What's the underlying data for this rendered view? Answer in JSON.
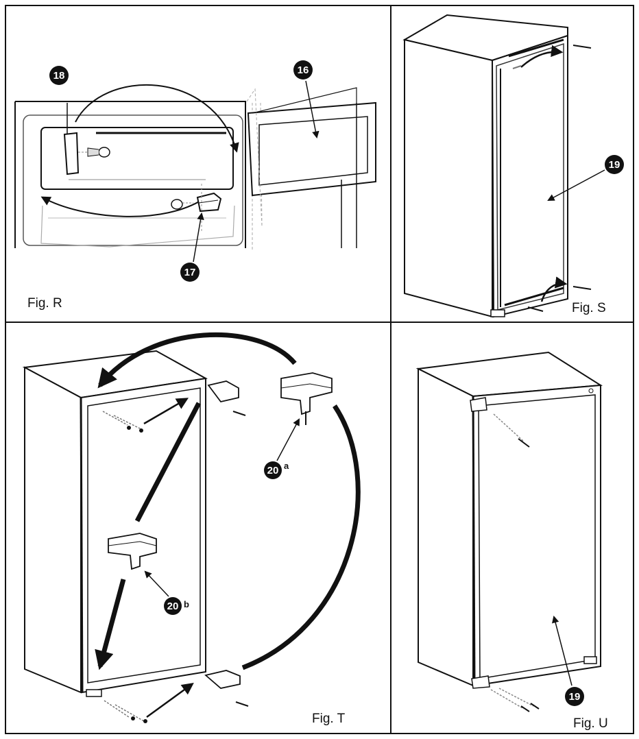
{
  "panels": {
    "r": {
      "label": "Fig. R",
      "callouts": {
        "c18": "18",
        "c16": "16",
        "c17": "17"
      }
    },
    "s": {
      "label": "Fig. S",
      "callouts": {
        "c19": "19"
      }
    },
    "t": {
      "label": "Fig. T",
      "callouts": {
        "c20a": "20",
        "c20a_suffix": "a",
        "c20b": "20",
        "c20b_suffix": "b"
      }
    },
    "u": {
      "label": "Fig. U",
      "callouts": {
        "c19": "19"
      }
    }
  },
  "colors": {
    "line": "#111111",
    "grey": "#9a9a9a",
    "light": "#d9d9d9"
  }
}
